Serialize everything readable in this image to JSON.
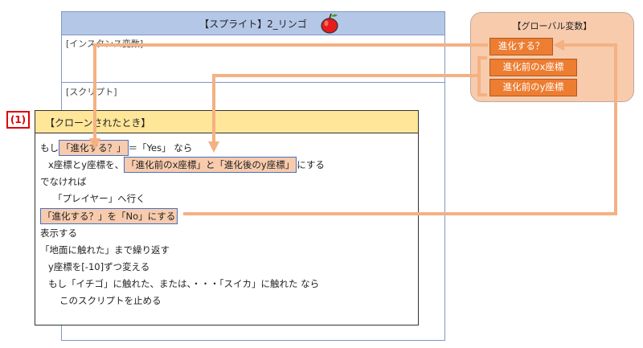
{
  "sprite": {
    "title": "【スプライト】2_リンゴ",
    "instance_label": "[インスタンス変数]",
    "script_label": "[スクリプト]"
  },
  "script": {
    "number": "(1)",
    "header": "【クローンされたとき】",
    "lines": {
      "l1_pre": "もし",
      "l1_hl": "「進化する？」",
      "l1_post": "＝「Yes」 なら",
      "l2_pre": "x座標とy座標を、",
      "l2_hl": "「進化前のx座標」と「進化後のy座標」",
      "l2_post": "にする",
      "l3": "でなければ",
      "l4": "「プレイヤー」へ行く",
      "l5_hl": "「進化する？」を「No」にする",
      "l6": "表示する",
      "l7": "「地面に触れた」まで繰り返す",
      "l8": "y座標を[-10]ずつ変える",
      "l9": "もし「イチゴ」に触れた、または、・・・「スイカ」に触れた なら",
      "l10": "このスクリプトを止める"
    }
  },
  "global": {
    "title": "【グローバル変数】",
    "vars": [
      "進化する？",
      "進化前のx座標",
      "進化前のy座標"
    ]
  },
  "colors": {
    "arrow": "#f4b183",
    "variable": "#ed7d31",
    "highlight": "#f8cbad",
    "header": "#ffe699",
    "sprite_header": "#b4c7e7",
    "number_border": "#e00000"
  },
  "icons": {
    "apple": "apple-icon"
  }
}
